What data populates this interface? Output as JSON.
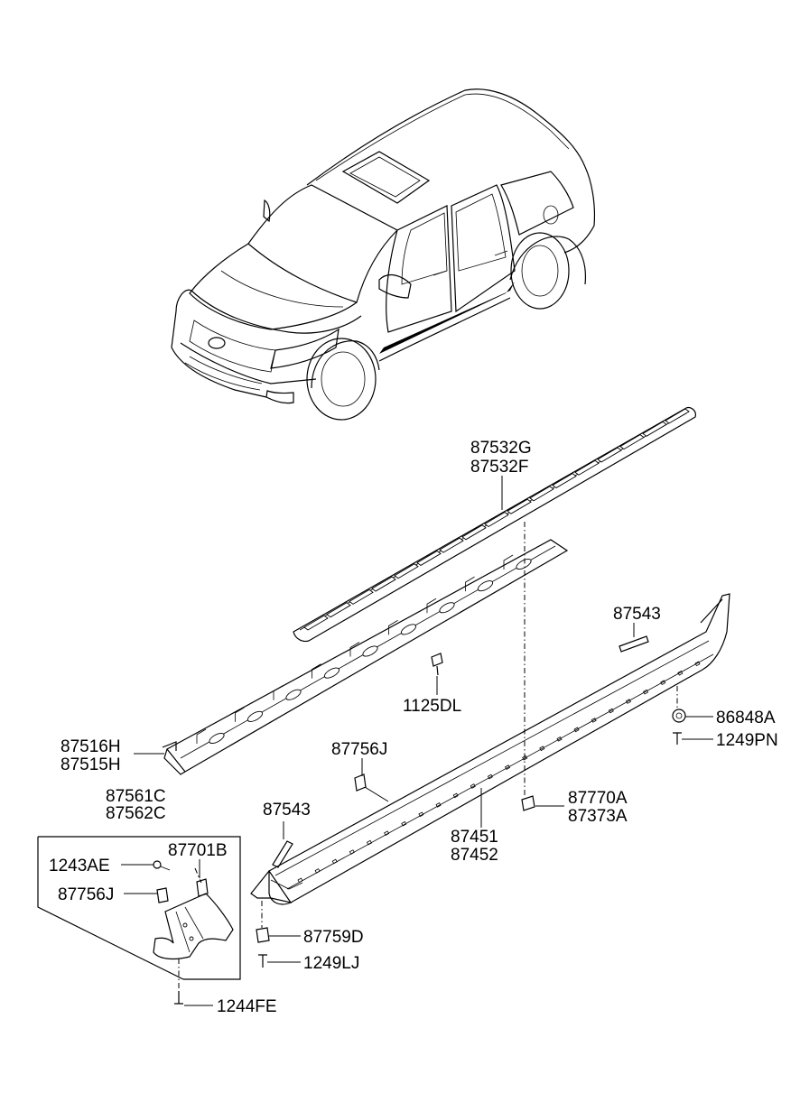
{
  "labels": {
    "step_upper": "87532G",
    "step_lower": "87532F",
    "nut_right": "86848A",
    "screw_right": "1249PN",
    "bracket_upper": "87516H",
    "bracket_lower": "87515H",
    "bolt_mid": "1125DL",
    "clip_top": "87756J",
    "strip_right": "87543",
    "strip_left": "87543",
    "clip_under_upper": "87770A",
    "clip_under_lower": "87373A",
    "moulding_upper": "87451",
    "moulding_lower": "87452",
    "flap_upper": "87561C",
    "flap_lower": "87562C",
    "screw_box": "1243AE",
    "retainer_box": "87701B",
    "clip_box": "87756J",
    "clip_front": "87759D",
    "screw_front": "1249LJ",
    "screw_bottom": "1244FE"
  }
}
